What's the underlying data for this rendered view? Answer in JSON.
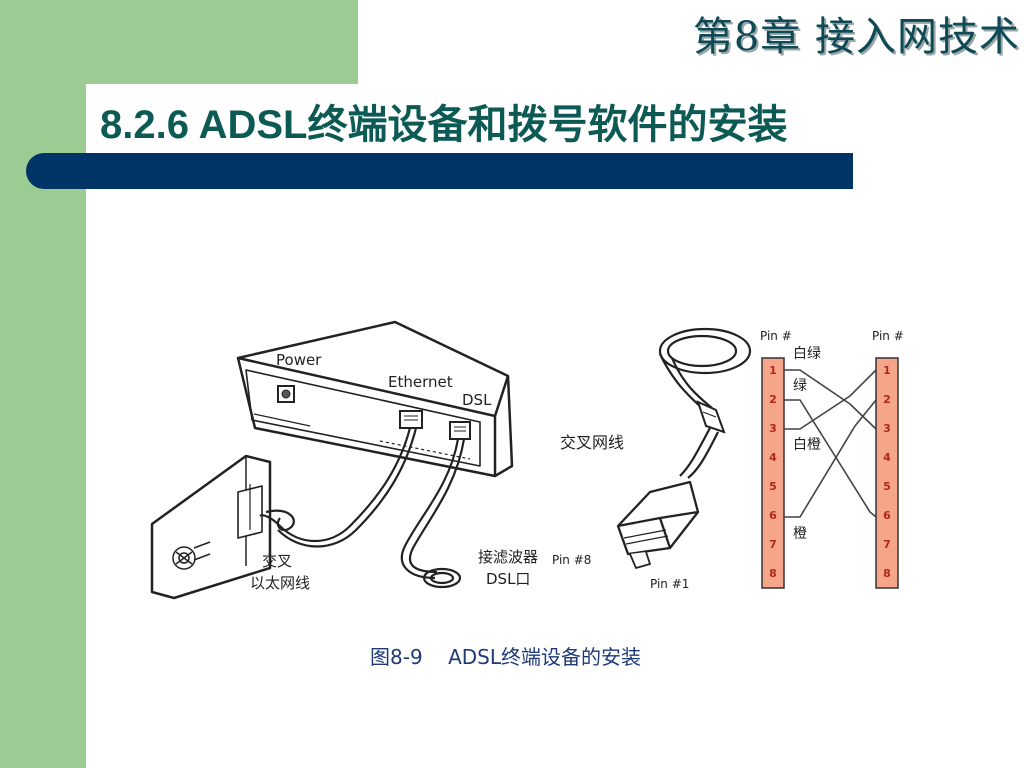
{
  "header": {
    "chapter_title": "第8章  接入网技术",
    "section_title": "8.2.6  ADSL终端设备和拨号软件的安装"
  },
  "figure": {
    "labels": {
      "power": "Power",
      "ethernet": "Ethernet",
      "dsl": "DSL",
      "crossover_cable": "交叉网线",
      "crossover_ethernet_line1": "交叉",
      "crossover_ethernet_line2": "以太网线",
      "filter_line1": "接滤波器",
      "filter_line2": "DSL口",
      "pin8": "Pin #8",
      "pin1": "Pin #1",
      "pin_header_left": "Pin #",
      "pin_header_right": "Pin #"
    },
    "pins_left": [
      "1",
      "2",
      "3",
      "4",
      "5",
      "6",
      "7",
      "8"
    ],
    "pins_right": [
      "1",
      "2",
      "3",
      "4",
      "5",
      "6",
      "7",
      "8"
    ],
    "wire_labels": {
      "white_green": "白绿",
      "green": "绿",
      "white_orange": "白橙",
      "orange": "橙"
    },
    "caption": "图8-9    ADSL终端设备的安装"
  },
  "colors": {
    "accent_green": "#9ccc94",
    "title_bar": "#003366",
    "title_text": "#0d5a55",
    "pin_strip": "#f4a58a",
    "pin_number": "#b0281e",
    "caption_text": "#1e3a78"
  }
}
